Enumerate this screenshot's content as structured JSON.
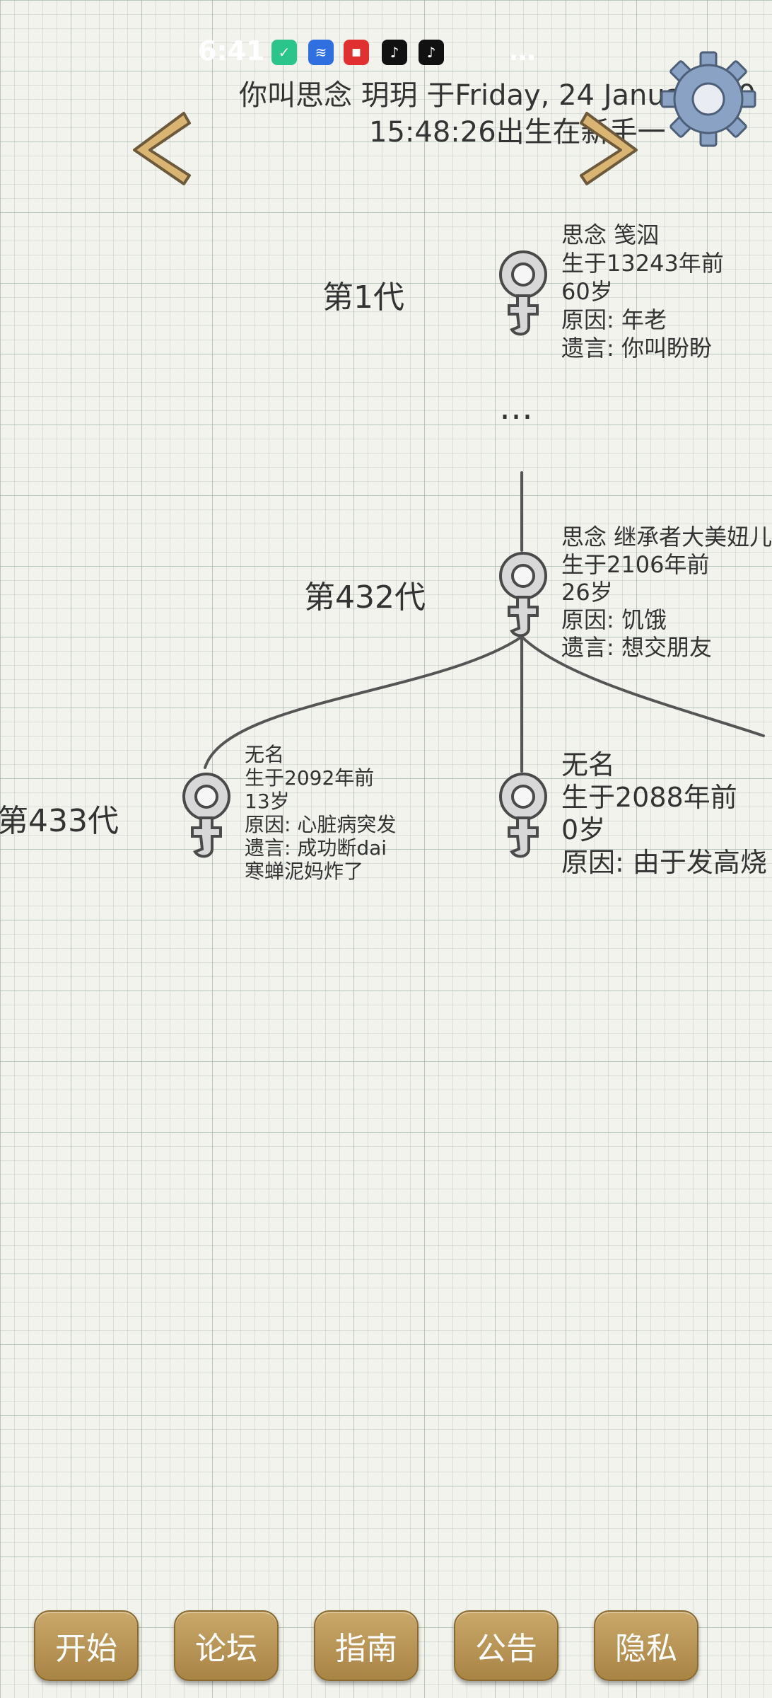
{
  "status_bar": {
    "time": "6:41",
    "right": "…"
  },
  "header": {
    "line1": "你叫思念 玥玥 于Friday, 24 January 20",
    "line2": "15:48:26出生在新手一"
  },
  "tree": {
    "ellipsis": "…",
    "generations": [
      {
        "label": "第1代"
      },
      {
        "label": "第432代"
      },
      {
        "label": "第433代"
      }
    ],
    "nodes": [
      {
        "lines": [
          "思念 笺泅",
          "生于13243年前",
          "60岁",
          "原因: 年老",
          "遗言: 你叫盼盼"
        ]
      },
      {
        "lines": [
          "思念 继承者大美妞儿",
          "生于2106年前",
          "26岁",
          "原因: 饥饿",
          "遗言: 想交朋友"
        ]
      },
      {
        "lines": [
          "无名",
          "生于2092年前",
          "13岁",
          "原因: 心脏病突发",
          "遗言: 成功断dai",
          "寒蝉泥妈炸了"
        ]
      },
      {
        "lines": [
          "无名",
          "生于2088年前",
          "0岁",
          "原因: 由于发高烧"
        ]
      }
    ]
  },
  "bottom_nav": [
    {
      "label": "开始"
    },
    {
      "label": "论坛"
    },
    {
      "label": "指南"
    },
    {
      "label": "公告"
    },
    {
      "label": "隐私"
    }
  ],
  "colors": {
    "button_gold": "#b8955a",
    "arrow_gold": "#d9b472",
    "grid_line": "#a8b4b0"
  }
}
